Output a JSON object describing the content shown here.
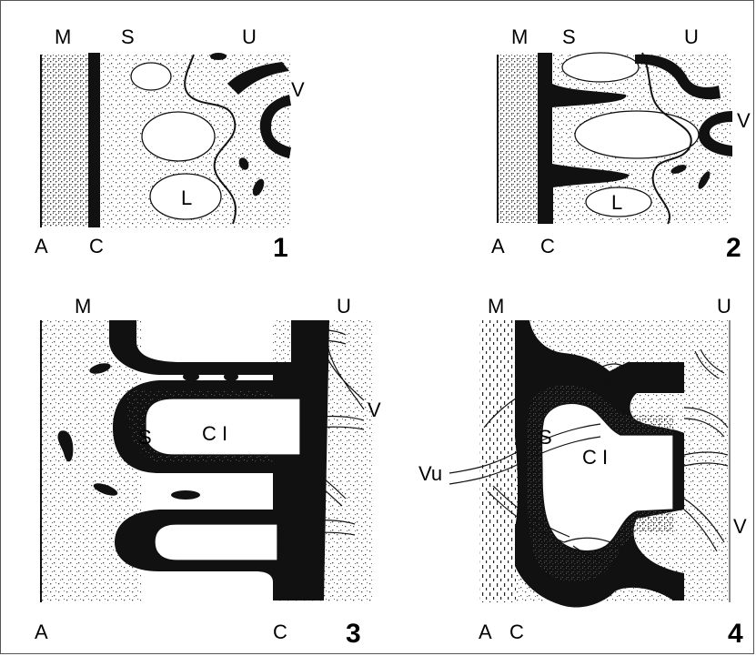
{
  "panels": [
    {
      "number": "1",
      "labels": {
        "M": "M",
        "S": "S",
        "U": "U",
        "V": "V",
        "L": "L",
        "A": "A",
        "C": "C"
      }
    },
    {
      "number": "2",
      "labels": {
        "M": "M",
        "S": "S",
        "U": "U",
        "V": "V",
        "L": "L",
        "A": "A",
        "C": "C"
      }
    },
    {
      "number": "3",
      "labels": {
        "M": "M",
        "U": "U",
        "V": "V",
        "S": "S",
        "CI": "C I",
        "A": "A",
        "C": "C"
      }
    },
    {
      "number": "4",
      "labels": {
        "M": "M",
        "U": "U",
        "S": "S",
        "CI": "C I",
        "Vu": "Vu",
        "V": "V",
        "A": "A",
        "C": "C"
      }
    }
  ],
  "colors": {
    "ink": "#111111",
    "stipple": "#555555",
    "background": "#ffffff"
  }
}
